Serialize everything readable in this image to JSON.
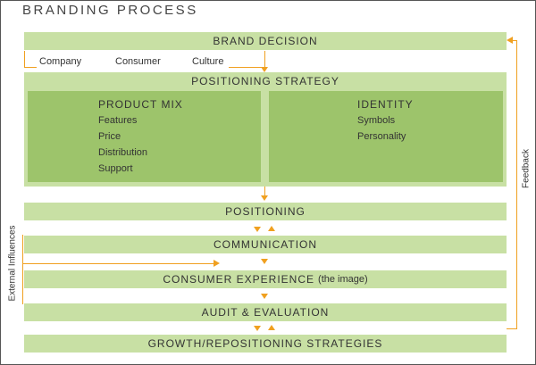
{
  "title": "BRANDING PROCESS",
  "brand_decision": "BRAND DECISION",
  "inputs": [
    "Company",
    "Consumer",
    "Culture"
  ],
  "positioning_strategy": "POSITIONING STRATEGY",
  "product_mix": {
    "title": "PRODUCT MIX",
    "items": [
      "Features",
      "Price",
      "Distribution",
      "Support"
    ]
  },
  "identity": {
    "title": "IDENTITY",
    "items": [
      "Symbols",
      "Personality"
    ]
  },
  "positioning": "POSITIONING",
  "communication": "COMMUNICATION",
  "consumer_experience": {
    "label": "CONSUMER EXPERIENCE",
    "note": "(the image)"
  },
  "audit": "AUDIT & EVALUATION",
  "growth": "GROWTH/REPOSITIONING STRATEGIES",
  "feedback_label": "Feedback",
  "external_label": "External Influences",
  "colors": {
    "light_green": "#c8e0a4",
    "mid_green": "#9dc46b",
    "arrow_orange": "#f0a020"
  }
}
